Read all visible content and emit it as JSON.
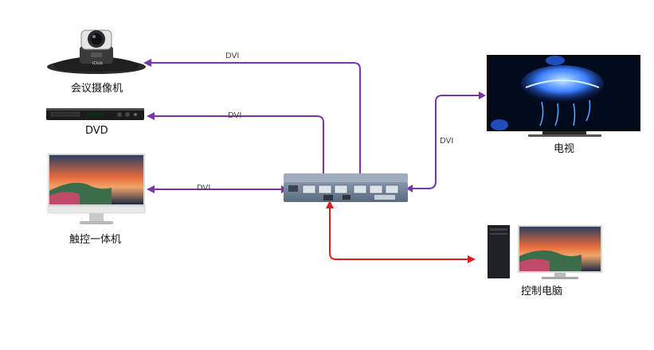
{
  "devices": {
    "camera": {
      "label": "会议摄像机",
      "badge": "iClub"
    },
    "dvd": {
      "label": "DVD"
    },
    "aio": {
      "label": "触控一体机"
    },
    "tv": {
      "label": "电视"
    },
    "pc": {
      "label": "控制电脑"
    }
  },
  "connections": {
    "camera_dvi": "DVI",
    "dvd_dvi": "DVI",
    "aio_dvi": "DVI",
    "tv_dvi": "DVI"
  },
  "colors": {
    "dvi_line": "#7b35a8",
    "control_line": "#e01c1c",
    "matrix_body": "#6b7d93"
  }
}
